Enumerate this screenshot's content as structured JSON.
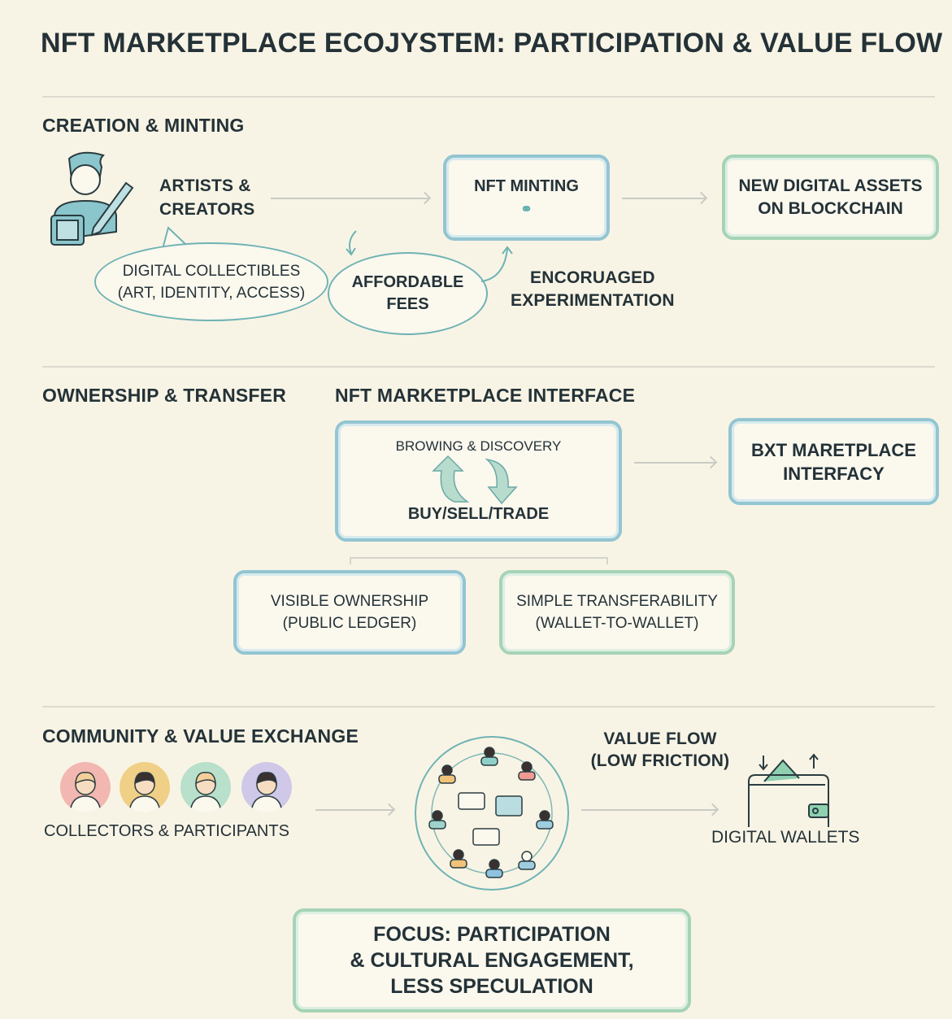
{
  "title": "NFT MARKETPLACE ECOJYSTEM: PARTICIPATION & VALUE FLOW",
  "creation": {
    "heading": "CREATION & MINTING",
    "artists": [
      "ARTISTS &",
      "CREATORS"
    ],
    "minting": "NFT MINTING",
    "new_assets": [
      "NEW DIGITAL ASSETS",
      "ON BLOCKCHAIN"
    ],
    "collectibles": [
      "DIGITAL COLLECTIBLES",
      "(ART, IDENTITY, ACCESS)"
    ],
    "fees": [
      "AFFORDABLE",
      "FEES"
    ],
    "experimentation": [
      "ENCORUAGED",
      "EXPERIMENTATION"
    ]
  },
  "ownership": {
    "heading": "OWNERSHIP & TRANSFER",
    "interface_heading": "NFT MARKETPLACE INTERFACE",
    "browsing": "BROWING & DISCOVERY",
    "trade": "BUY/SELL/TRADE",
    "bxt": [
      "BXT MARETPLACE",
      "INTERFACY"
    ],
    "visible": [
      "VISIBLE OWNERSHIP",
      "(PUBLIC LEDGER)"
    ],
    "transfer": [
      "SIMPLE TRANSFERABILITY",
      "(WALLET-TO-WALLET)"
    ]
  },
  "community": {
    "heading": "COMMUNITY & VALUE EXCHANGE",
    "collectors": "COLLECTORS & PARTICIPANTS",
    "value_flow": [
      "VALUE FLOW",
      "(LOW FRICTION)"
    ],
    "wallets": "DIGITAL WALLETS",
    "avatar_colors": [
      "#f2b7b0",
      "#f0cf86",
      "#b8e0cb",
      "#cfc8e8"
    ]
  },
  "focus": [
    "FOCUS: PARTICIPATION",
    "& CULTURAL ENGAGEMENT,",
    "LESS SPECULATION"
  ]
}
